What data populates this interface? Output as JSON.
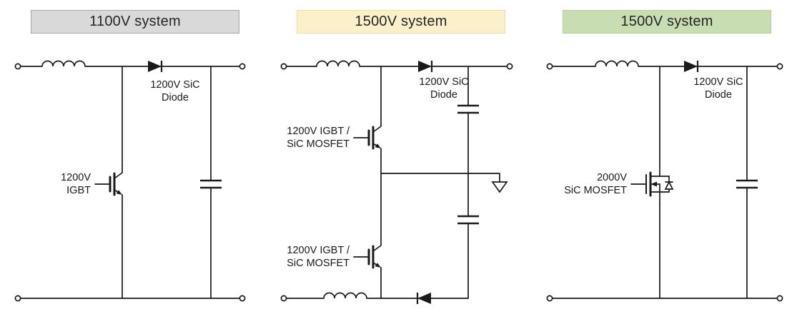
{
  "panels": [
    {
      "header": {
        "label": "1100V system",
        "bg": "#d9d9d9",
        "border": "#a6a6a6"
      },
      "labels": {
        "diode_line1": "1200V SiC",
        "diode_line2": "Diode",
        "switch_line1": "1200V",
        "switch_line2": "IGBT"
      }
    },
    {
      "header": {
        "label": "1500V system",
        "bg": "#fcf0cb",
        "border": "#ecdca8"
      },
      "labels": {
        "diode_line1": "1200V SiC",
        "diode_line2": "Diode",
        "switch_top_line1": "1200V IGBT /",
        "switch_top_line2": "SiC MOSFET",
        "switch_bottom_line1": "1200V IGBT /",
        "switch_bottom_line2": "SiC MOSFET"
      }
    },
    {
      "header": {
        "label": "1500V system",
        "bg": "#c8ddb2",
        "border": "#b4cf9a"
      },
      "labels": {
        "diode_line1": "1200V SiC",
        "diode_line2": "Diode",
        "switch_line1": "2000V",
        "switch_line2": "SiC MOSFET"
      }
    }
  ],
  "colors": {
    "wire": "#1a1a1a",
    "canvas": "#ffffff"
  }
}
